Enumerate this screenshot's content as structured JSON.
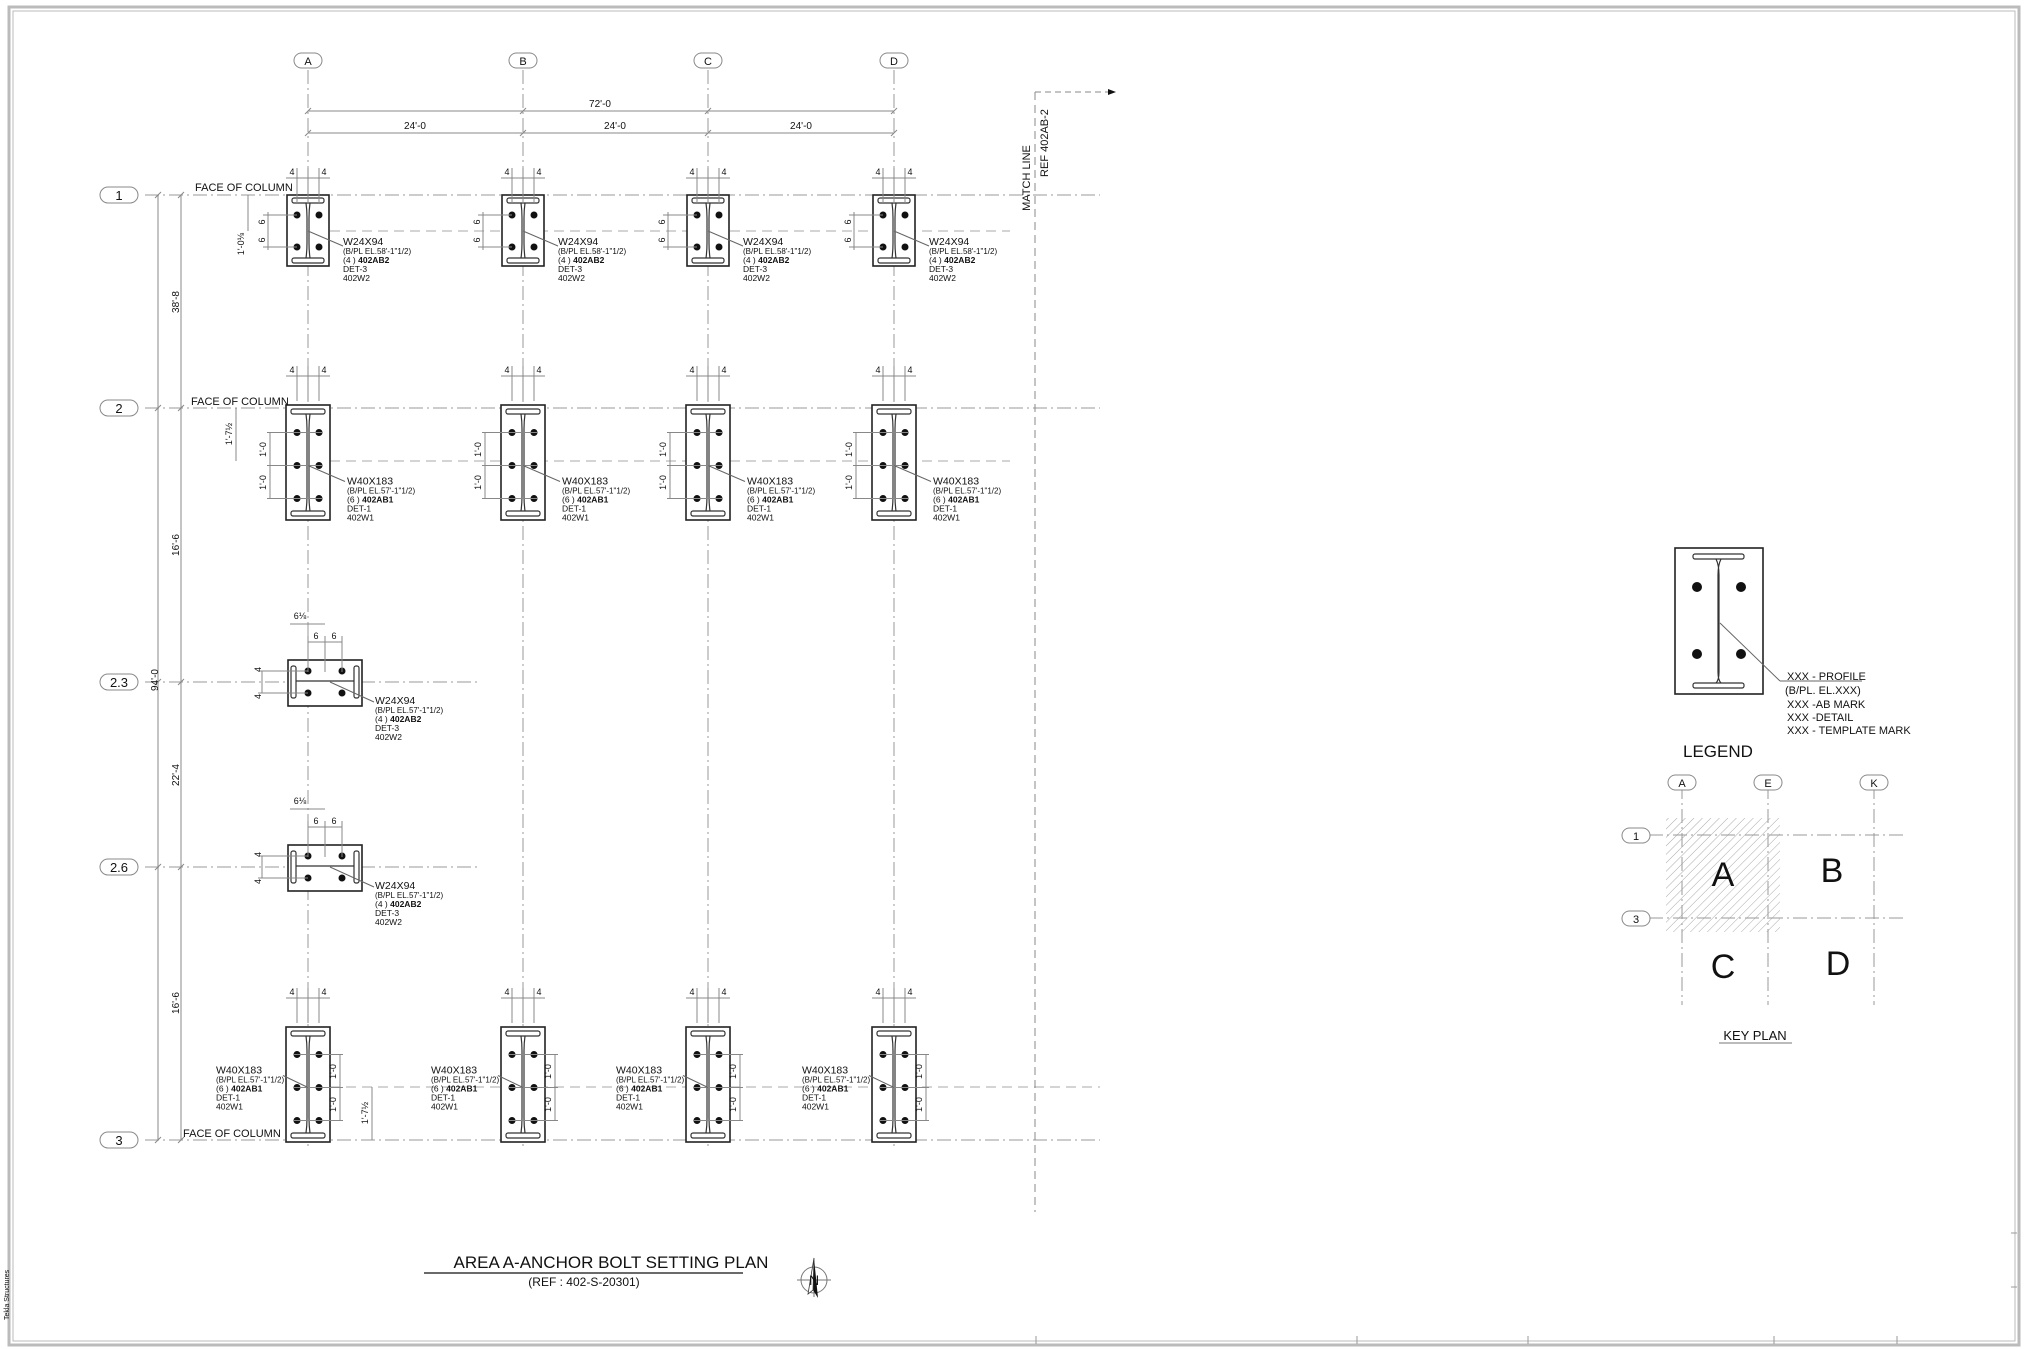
{
  "sheet": {
    "side_label": "Tekla Structures",
    "title": "AREA A-ANCHOR BOLT SETTING PLAN",
    "subtitle": "(REF : 402-S-20301)",
    "north_label": "N"
  },
  "grid": {
    "columns": [
      {
        "label": "A"
      },
      {
        "label": "B"
      },
      {
        "label": "C"
      },
      {
        "label": "D"
      }
    ],
    "rows": [
      {
        "label": "1"
      },
      {
        "label": "2"
      },
      {
        "label": "2.3"
      },
      {
        "label": "2.6"
      },
      {
        "label": "3"
      }
    ],
    "overall_dim": "72'-0",
    "bay_dims": [
      "24'-0",
      "24'-0",
      "24'-0"
    ],
    "vertical_overall": "94'-0",
    "vertical_bays": [
      "38'-8",
      "16'-6",
      "22'-4",
      "16'-6"
    ],
    "face_of_column": "FACE OF COLUMN"
  },
  "match_line": {
    "line1": "MATCH LINE",
    "line2": "REF 402AB-2"
  },
  "dims": {
    "four": "4",
    "six": "6",
    "one_foot": "1'-0",
    "r1_offset": "1'-0⅛",
    "r2_offset": "1'-7½",
    "r3_offset": "1'-7½",
    "weak_offset": "6⅛"
  },
  "columns_plates": {
    "row1": {
      "profile": "W24X94",
      "bpl": "(B/PL EL.58'-1\"1/2)",
      "ab_count": "(4 )",
      "ab_mark": "402AB2",
      "detail": "DET-3",
      "template": "402W2"
    },
    "row2": {
      "profile": "W40X183",
      "bpl": "(B/PL EL.57'-1\"1/2)",
      "ab_count": "(6 )",
      "ab_mark": "402AB1",
      "detail": "DET-1",
      "template": "402W1"
    },
    "row23": {
      "profile": "W24X94",
      "bpl": "(B/PL EL.57'-1\"1/2)",
      "ab_count": "(4 )",
      "ab_mark": "402AB2",
      "detail": "DET-3",
      "template": "402W2"
    },
    "row26": {
      "profile": "W24X94",
      "bpl": "(B/PL EL.57'-1\"1/2)",
      "ab_count": "(4 )",
      "ab_mark": "402AB2",
      "detail": "DET-3",
      "template": "402W2"
    },
    "row3": {
      "profile": "W40X183",
      "bpl": "(B/PL EL.57'-1\"1/2)",
      "ab_count": "(6 )",
      "ab_mark": "402AB1",
      "detail": "DET-1",
      "template": "402W1"
    }
  },
  "legend": {
    "title": "LEGEND",
    "lines": [
      "XXX - PROFILE",
      "(B/PL. EL.XXX)",
      "XXX -AB MARK",
      "XXX -DETAIL",
      "XXX - TEMPLATE MARK"
    ]
  },
  "key_plan": {
    "title": "KEY PLAN",
    "columns": [
      "A",
      "E",
      "K"
    ],
    "rows": [
      "1",
      "3"
    ],
    "areas": [
      "A",
      "B",
      "C",
      "D"
    ],
    "highlighted_area": "A"
  }
}
